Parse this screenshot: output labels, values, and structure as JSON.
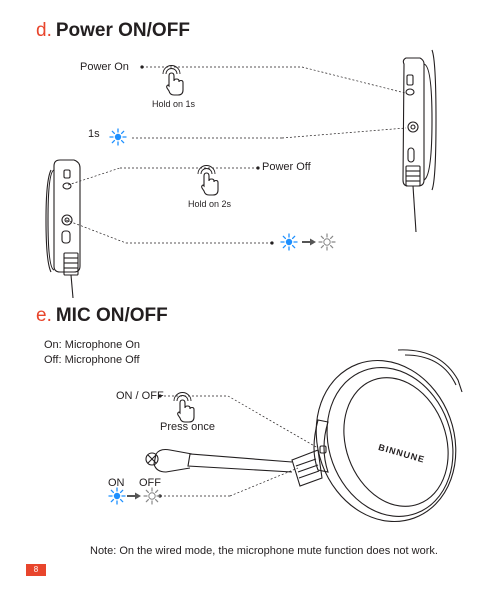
{
  "section_d": {
    "letter": "d.",
    "title": "Power ON/OFF",
    "power_on_label": "Power On",
    "hold_1s_label": "Hold on 1s",
    "one_second_label": "1s",
    "power_off_label": "Power Off",
    "hold_2s_label": "Hold on 2s"
  },
  "section_e": {
    "letter": "e.",
    "title": "MIC ON/OFF",
    "on_desc": "On: Microphone On",
    "off_desc": "Off: Microphone Off",
    "on_off_label": "ON / OFF",
    "press_once_label": "Press once",
    "on_label": "ON",
    "off_label": "OFF",
    "brand": "BINNUNE"
  },
  "note": "Note: On the wired mode, the microphone mute function does not work.",
  "page_number": "8",
  "colors": {
    "accent": "#e8452c",
    "led_blue": "#1e90ff",
    "led_gray": "#888888"
  },
  "icons": [
    "hand-press-icon",
    "blue-led-icon",
    "arrow-right-icon",
    "gray-led-icon"
  ]
}
